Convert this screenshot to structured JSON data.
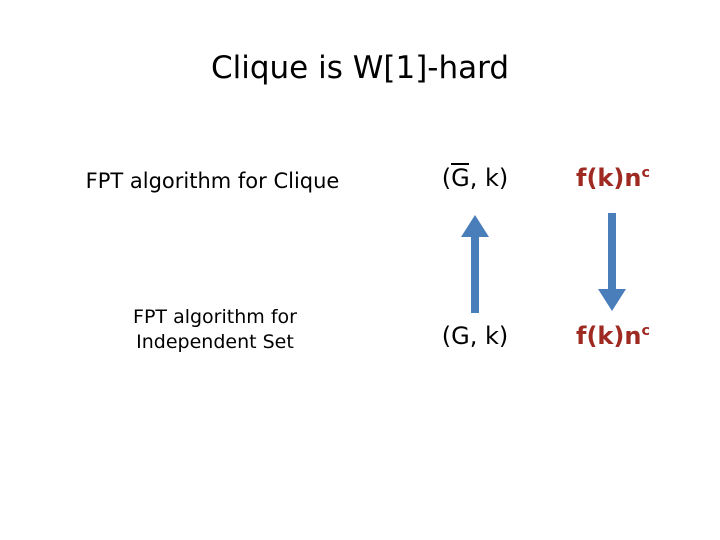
{
  "slide": {
    "title": "Clique is W[1]-hard",
    "background_color": "#FFFFFF",
    "text_color": "#000000"
  },
  "colors": {
    "title": "#000000",
    "body_text": "#000000",
    "runtime_red": "#9E2A22",
    "arrow_blue": "#4A7EBB"
  },
  "rows": {
    "top": {
      "algorithm_label": "FPT algorithm for Clique",
      "instance_open": "(",
      "instance_graph": "G",
      "instance_separator": ", ",
      "instance_parameter": "k",
      "instance_close": ")",
      "instance_full": "(G, k)",
      "instance_has_overline": "true",
      "runtime_base": "f(k)n",
      "runtime_exponent": "c",
      "runtime_full": "f(k)n^c"
    },
    "bottom": {
      "algorithm_label_line1": "FPT algorithm for",
      "algorithm_label_line2": "Independent Set",
      "instance_open": "(",
      "instance_graph": "G",
      "instance_separator": ", ",
      "instance_parameter": "k",
      "instance_close": ")",
      "instance_full": "(G, k)",
      "instance_has_overline": "false",
      "runtime_base": "f(k)n",
      "runtime_exponent": "c",
      "runtime_full": "f(k)n^c"
    }
  },
  "arrows": {
    "instance_arrow": {
      "direction": "up",
      "color": "#4A7EBB",
      "from": "(G, k)",
      "to": "(G, k) complement"
    },
    "runtime_arrow": {
      "direction": "down",
      "color": "#4A7EBB",
      "from": "f(k)n^c",
      "to": "f(k)n^c"
    }
  }
}
